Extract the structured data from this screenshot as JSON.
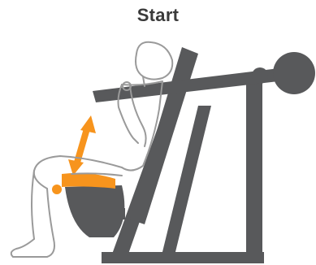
{
  "diagram": {
    "title": "Start",
    "colors": {
      "machine": "#58595b",
      "accent": "#f7941d",
      "outline": "#9a9a9a",
      "background": "#ffffff"
    },
    "icons": {
      "motion_indicator": "double-headed-arrow",
      "pivot_marker": "orange-dot"
    }
  }
}
